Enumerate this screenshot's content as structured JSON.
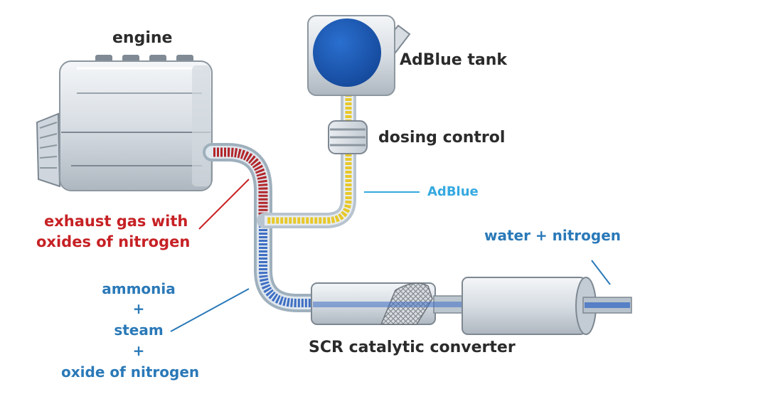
{
  "labels": {
    "engine": "engine",
    "tank": "AdBlue tank",
    "dosing": "dosing control",
    "adblue": "AdBlue",
    "exhaust_line1": "exhaust gas with",
    "exhaust_line2": "oxides of nitrogen",
    "water_nitrogen": "water + nitrogen",
    "ammonia": "ammonia",
    "plus1": "+",
    "steam": "steam",
    "plus2": "+",
    "oxide": "oxide of nitrogen",
    "scr": "SCR catalytic converter"
  },
  "colors": {
    "exhaust": "#b3262a",
    "adblue_fluid": "#e8c828",
    "mixed": "#3f6fc4",
    "tank_cap": "#1d5fb5",
    "label_red": "#c62125",
    "label_blue": "#2a79b8",
    "label_light_blue": "#35a9e0"
  },
  "icons": [
    "engine-icon",
    "adblue-tank-icon",
    "dosing-valve-icon",
    "scr-converter-icon",
    "muffler-icon"
  ]
}
